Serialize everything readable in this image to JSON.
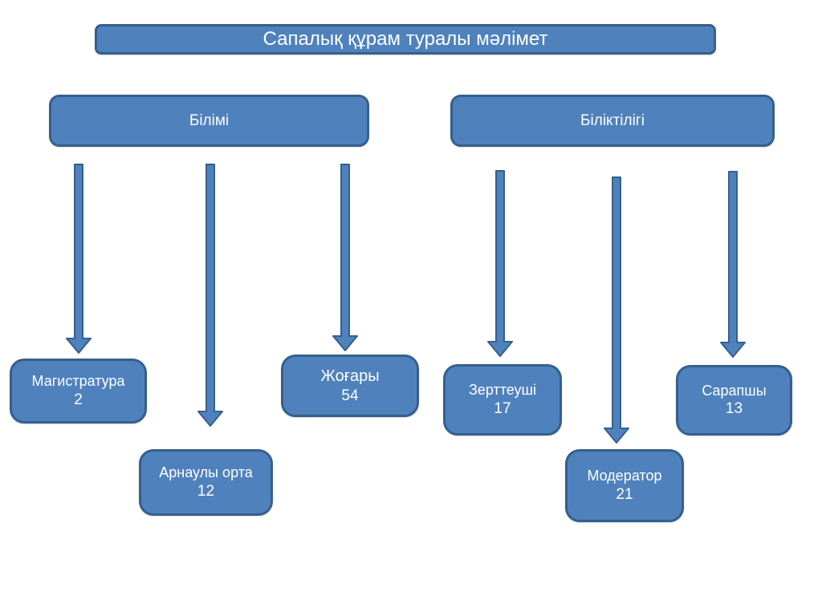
{
  "title": "Сапалық құрам туралы мәлімет",
  "colors": {
    "node-fill": "#4f81bd",
    "node-border": "#35608d",
    "node-text": "#ffffff",
    "canvas-bg": "#ffffff"
  },
  "groups": [
    {
      "label": "Білімі",
      "children": [
        {
          "label": "Магистратура",
          "value": "2"
        },
        {
          "label": "Арнаулы орта",
          "value": "12"
        },
        {
          "label": "Жоғары",
          "value": "54"
        }
      ]
    },
    {
      "label": "Біліктілігі",
      "children": [
        {
          "label": "Зерттеуші",
          "value": "17"
        },
        {
          "label": "Модератор",
          "value": "21"
        },
        {
          "label": "Сарапшы",
          "value": "13"
        }
      ]
    }
  ]
}
